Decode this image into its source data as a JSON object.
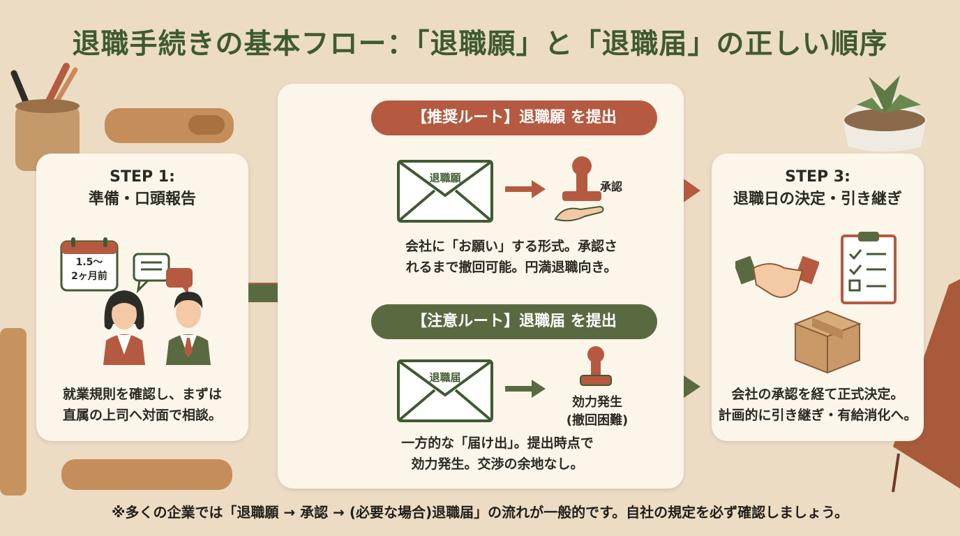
{
  "title": "退職手続きの基本フロー：「退職願」と「退職届」の正しい順序",
  "step1": {
    "heading_line1": "STEP 1:",
    "heading_line2": "準備・口頭報告",
    "calendar_line1": "1.5〜",
    "calendar_line2": "2ヶ月前",
    "caption_line1": "就業規則を確認し、まずは",
    "caption_line2": "直属の上司へ対面で相談。"
  },
  "recommended": {
    "pill": "【推奨ルート】退職願 を提出",
    "envelope_label": "退職願",
    "stamp_label": "承認",
    "caption_line1": "会社に「お願い」する形式。承認さ",
    "caption_line2": "れるまで撤回可能。円満退職向き。",
    "color": "#b55a40"
  },
  "caution": {
    "pill": "【注意ルート】退職届 を提出",
    "envelope_label": "退職届",
    "effect_line1": "効力発生",
    "effect_line2": "(撤回困難)",
    "caption_line1": "一方的な「届け出」。提出時点で",
    "caption_line2": "効力発生。交渉の余地なし。",
    "color": "#5a6a40"
  },
  "step3": {
    "heading_line1": "STEP 3:",
    "heading_line2": "退職日の決定・引き継ぎ",
    "caption_line1": "会社の承認を経て正式決定。",
    "caption_line2": "計画的に引き継ぎ・有給消化へ。"
  },
  "footer": "※多くの企業では「退職願 → 承認 → (必要な場合)退職届」の流れが一般的です。自社の規定を必ず確認しましょう。"
}
